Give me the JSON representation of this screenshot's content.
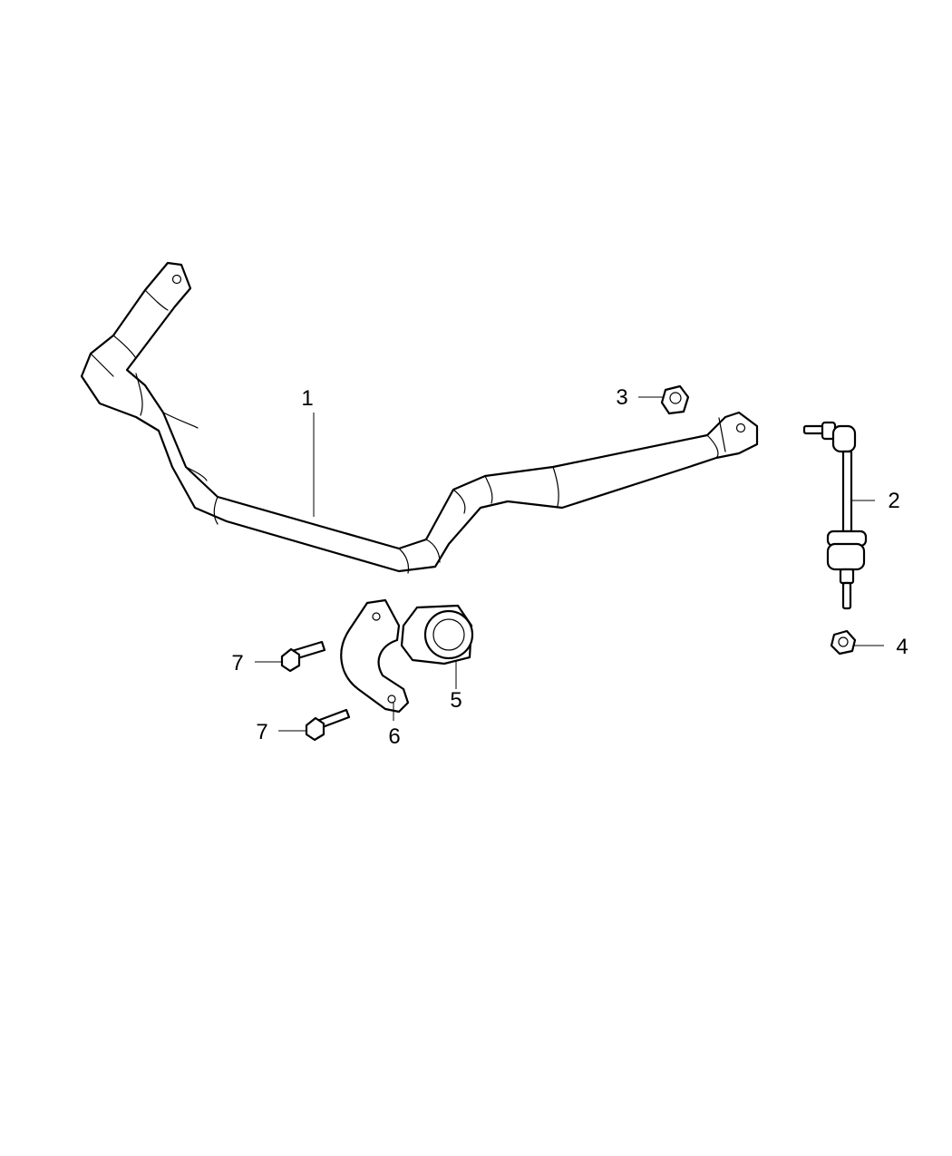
{
  "callouts": {
    "c1": "1",
    "c2": "2",
    "c3": "3",
    "c4": "4",
    "c5": "5",
    "c6": "6",
    "c7a": "7",
    "c7b": "7"
  },
  "colors": {
    "line": "#000000",
    "background": "#ffffff"
  }
}
